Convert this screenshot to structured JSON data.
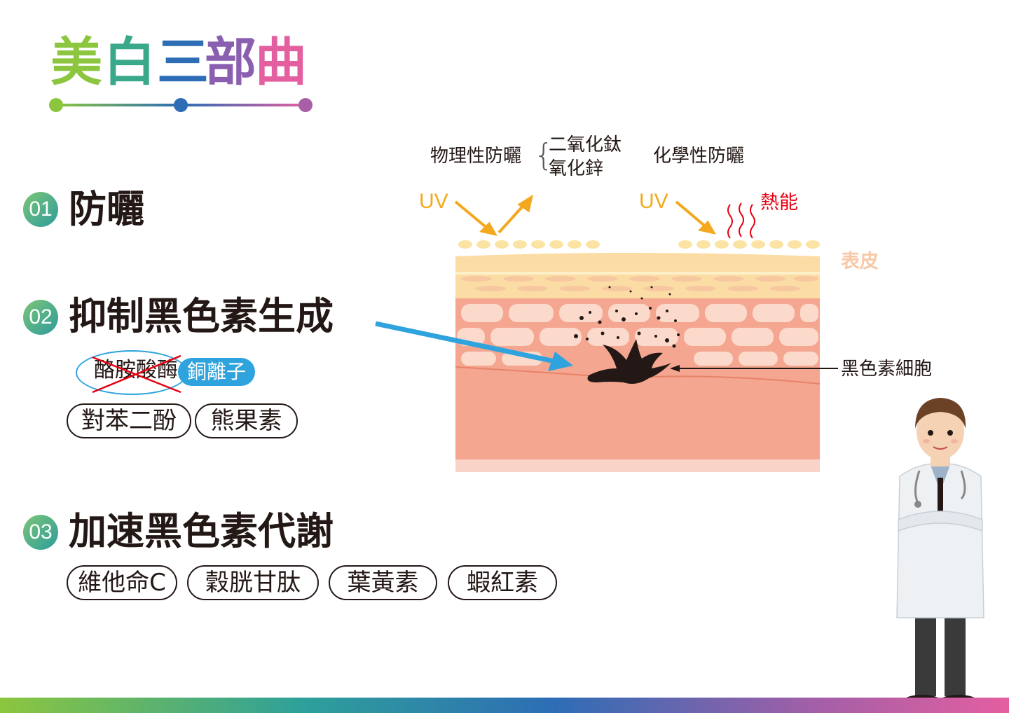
{
  "title": {
    "chars": [
      "美",
      "白",
      "三",
      "部",
      "曲"
    ],
    "colors": [
      "#8cc63f",
      "#3aa88a",
      "#2d6db5",
      "#8a5fb0",
      "#e45fa0"
    ]
  },
  "sections": [
    {
      "num": "01",
      "title": "防曬"
    },
    {
      "num": "02",
      "title": "抑制黑色素生成"
    },
    {
      "num": "03",
      "title": "加速黑色素代謝"
    }
  ],
  "section2": {
    "crossed": "酪胺酸酶",
    "highlight": "銅離子",
    "pills": [
      "對苯二酚",
      "熊果素"
    ]
  },
  "section3": {
    "pills": [
      "維他命C",
      "穀胱甘肽",
      "葉黃素",
      "蝦紅素"
    ]
  },
  "diagram": {
    "physical_label": "物理性防曬",
    "physical_items": [
      "二氧化鈦",
      "氧化鋅"
    ],
    "chemical_label": "化學性防曬",
    "uv": "UV",
    "heat": "熱能",
    "epidermis": "表皮",
    "melanocyte": "黑色素細胞"
  },
  "colors": {
    "accent_blue": "#2ea3dd",
    "uv_orange": "#f4a81d",
    "heat_red": "#e60012",
    "skin": "#f4a690"
  }
}
